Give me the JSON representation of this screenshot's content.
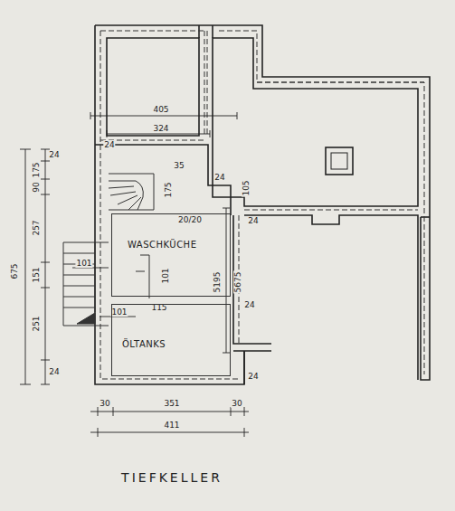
{
  "diagram": {
    "caption": "TIEFKELLER",
    "nodes": [
      {
        "text": [
          "WASCHKÜCHE"
        ]
      },
      {
        "text": [
          "ÖLTANKS"
        ]
      }
    ],
    "labels": [
      "405",
      "324",
      "24",
      "35",
      "24",
      "105",
      "20/20",
      "24",
      "175",
      "5195",
      "5675",
      "101",
      "101",
      "101",
      "115",
      "24",
      "24",
      "24",
      "175",
      "90",
      "675",
      "257",
      "151",
      "251",
      "24",
      "30",
      "351",
      "30",
      "411"
    ]
  }
}
